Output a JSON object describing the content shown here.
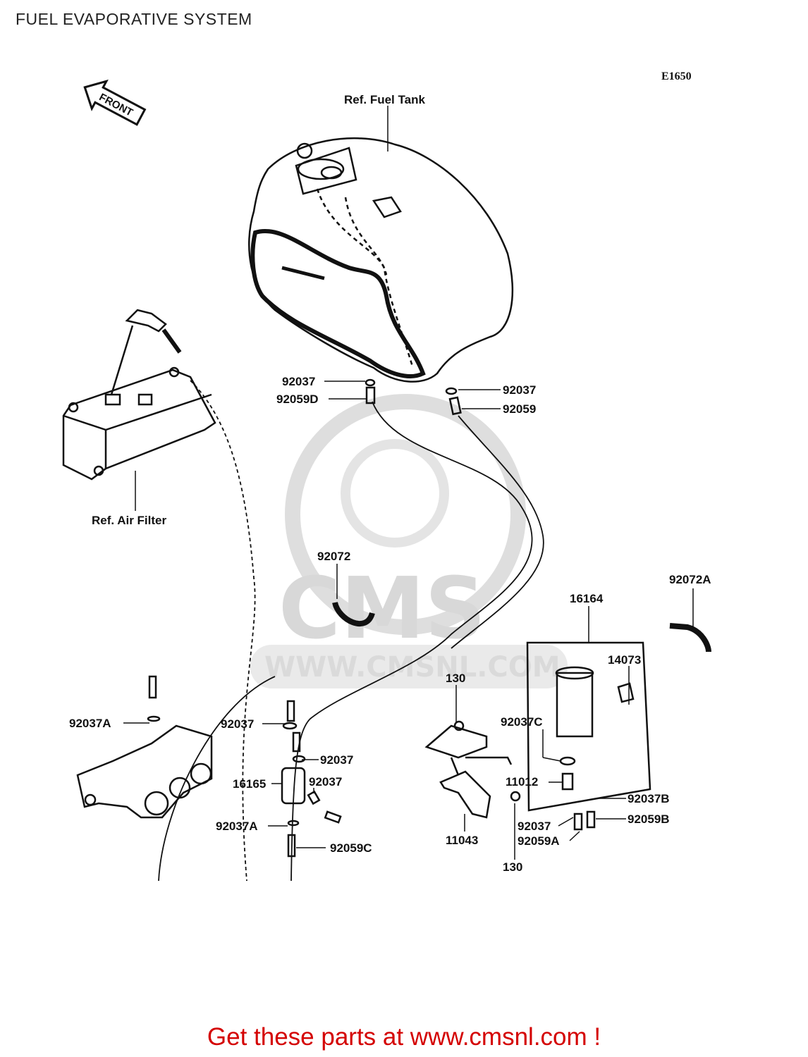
{
  "title": "FUEL EVAPORATIVE SYSTEM",
  "diagram_code": "E1650",
  "front_arrow": "FRONT",
  "references": {
    "fuel_tank": "Ref. Fuel Tank",
    "air_filter": "Ref. Air Filter"
  },
  "part_labels": {
    "p92037_tank_left": "92037",
    "p92059D": "92059D",
    "p92037_tank_right": "92037",
    "p92059": "92059",
    "p92072": "92072",
    "p92072A": "92072A",
    "p16164": "16164",
    "p14073": "14073",
    "p130_top": "130",
    "p92037C": "92037C",
    "p11012": "11012",
    "p92037B": "92037B",
    "p92037_canister": "92037",
    "p92059B": "92059B",
    "p92059A": "92059A",
    "p11043": "11043",
    "p130_bottom": "130",
    "p92037A_left": "92037A",
    "p92037_valve_top": "92037",
    "p92037_valve_mid": "92037",
    "p16165": "16165",
    "p92037_valve_side": "92037",
    "p92037A_valve": "92037A",
    "p92059C": "92059C"
  },
  "watermark": {
    "brand": "CMS",
    "url": "WWW.CMSNL.COM"
  },
  "footer": "Get these parts at www.cmsnl.com !",
  "colors": {
    "footer_text": "#d40000",
    "line_art": "#111111",
    "watermark": "#d8d8d8"
  }
}
